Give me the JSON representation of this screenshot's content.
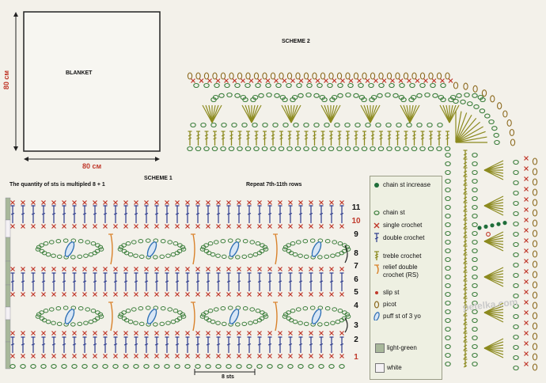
{
  "blanket": {
    "title": "BLANKET",
    "height_label": "80 см",
    "width_label": "80 см"
  },
  "scheme1": {
    "title": "SCHEME 1",
    "multiple_note": "The quantity of sts is multipled 8 + 1",
    "repeat_note": "Repeat 7th-11th rows",
    "sts_label": "8 sts",
    "row_labels": [
      "11",
      "10",
      "9",
      "8",
      "7",
      "6",
      "5",
      "4",
      "3",
      "2",
      "1"
    ]
  },
  "scheme2": {
    "title": "SCHEME 2"
  },
  "legend": {
    "items": [
      {
        "label": "chain st increase",
        "symbol": "dot-filled",
        "color": "#1f6e3a"
      },
      {
        "label": "chain st",
        "symbol": "oval",
        "color": "#3a7d3a"
      },
      {
        "label": "single crochet",
        "symbol": "x",
        "color": "#c0392b"
      },
      {
        "label": "double crochet",
        "symbol": "dc",
        "color": "#2b3a8c"
      },
      {
        "label": "treble crochet",
        "symbol": "tc",
        "color": "#8c8a1f"
      },
      {
        "label": "relief double crochet (RS)",
        "symbol": "relief",
        "color": "#d9822b"
      },
      {
        "label": "slip st",
        "symbol": "dot-small",
        "color": "#c0392b"
      },
      {
        "label": "picot",
        "symbol": "picot",
        "color": "#8c6a1f"
      },
      {
        "label": "puff st of 3 yo",
        "symbol": "puff",
        "color": "#2e6fb5"
      }
    ],
    "swatches": [
      {
        "label": "light-green",
        "color": "#a8b89a"
      },
      {
        "label": "white",
        "color": "#f4f1f4"
      }
    ]
  },
  "watermark": "petelka.com"
}
